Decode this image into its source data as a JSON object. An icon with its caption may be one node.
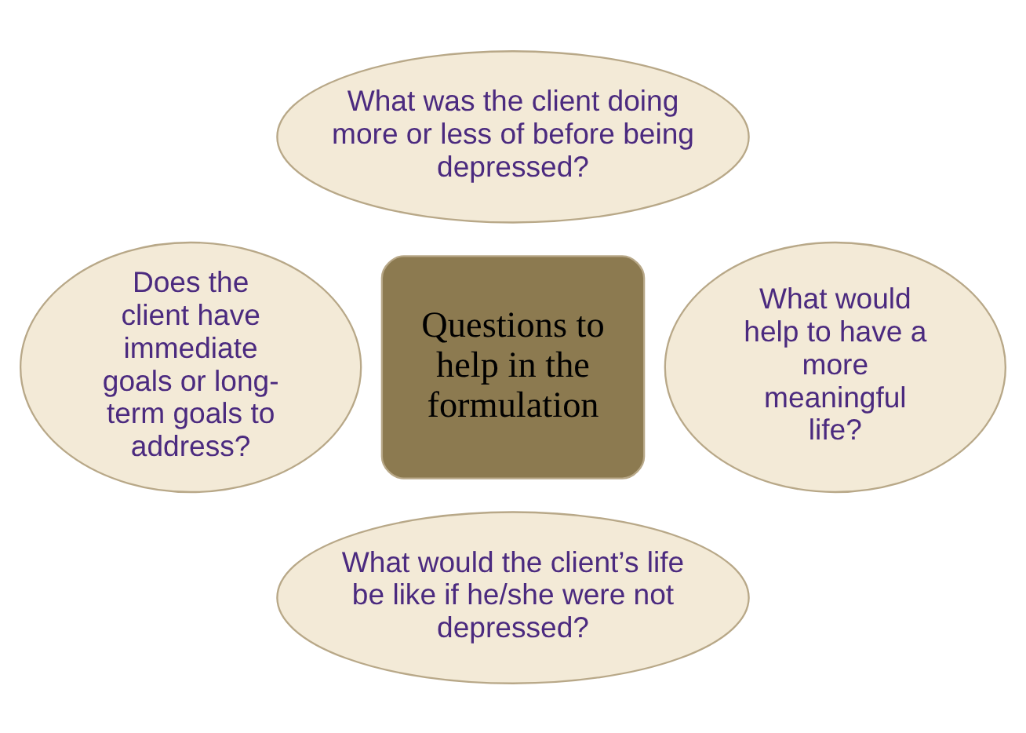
{
  "diagram": {
    "nodes": [
      {
        "text": [
          "What was the client doing more or less of before being depressed?"
        ]
      },
      {
        "text": [
          "Does the client have immediate goals or long-term goals to address?"
        ]
      },
      {
        "text": [
          "Questions to help in the formulation"
        ]
      },
      {
        "text": [
          "What would help to have a more meaningful life?"
        ]
      },
      {
        "text": [
          "What would the client’s life be like if he/she were not depressed?"
        ]
      }
    ],
    "edges": []
  }
}
